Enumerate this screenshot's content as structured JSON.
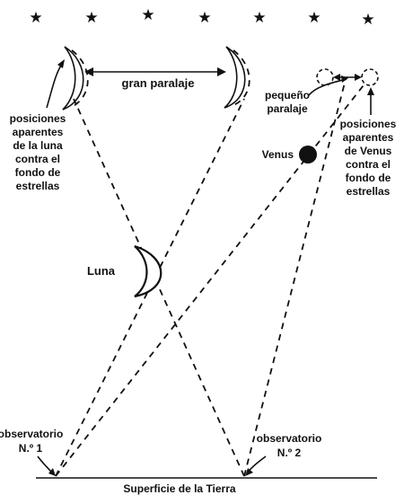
{
  "star_count": 7,
  "labels": {
    "gran_paralaje": "gran paralaje",
    "pequeno_paralaje_1": "pequeño",
    "pequeno_paralaje_2": "paralaje",
    "pos_luna": [
      "posiciones",
      "aparentes",
      "de la luna",
      "contra el",
      "fondo de",
      "estrellas"
    ],
    "pos_venus": [
      "posiciones",
      "aparentes",
      "de Venus",
      "contra el",
      "fondo de",
      "estrellas"
    ],
    "venus": "Venus",
    "luna": "Luna",
    "obs1": [
      "observatorio",
      "N.º 1"
    ],
    "obs2": [
      "observatorio",
      "N.º 2"
    ],
    "superficie": "Superficie de la Tierra"
  },
  "colors": {
    "ink": "#111111",
    "background": "#ffffff"
  }
}
